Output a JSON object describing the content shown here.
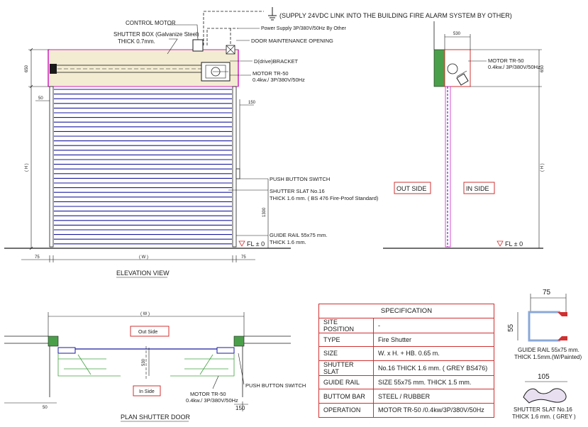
{
  "elevation": {
    "title": "ELEVATION VIEW",
    "control_motor": "CONTROL MOTOR",
    "shutter_box_1": "SHUTTER BOX (Galvanize Steel)",
    "shutter_box_2": "THICK 0.7mm.",
    "supply_note": "(SUPPLY 24VDC LINK INTO THE BUILDING FIRE ALARM SYSTEM BY OTHER)",
    "power_supply": "Power Supply 3P/380V/50Hz By Other",
    "maintenance": "DOOR MAINTENANCE OPENING",
    "bracket": "D(drive)BRACKET",
    "motor_1": "MOTOR TR-50",
    "motor_2": "0.4kw./ 3P/380V/50Hz",
    "push_button": "PUSH BUTTON SWITCH",
    "slat_1": "SHUTTER SLAT No.16",
    "slat_2": "THICK 1.6 mm. ( BS 476 Fire-Proof Standard)",
    "rail_1": "GUIDE RAIL 55x75 mm.",
    "rail_2": "THICK 1.6 mm.",
    "fl": "FL ± 0",
    "dim_650": "650",
    "dim_50": "50",
    "dim_150": "150",
    "dim_1300": "1300",
    "dim_h": "( H )",
    "dim_w": "( W )",
    "dim_75_left": "75",
    "dim_75_right": "75"
  },
  "section": {
    "dim_530": "530",
    "motor_1": "MOTOR TR-50",
    "motor_2": "0.4kw./ 3P/380V/50Hz",
    "dim_650": "650",
    "dim_h": "( H )",
    "out_side": "OUT SIDE",
    "in_side": "IN SIDE",
    "fl": "FL ± 0"
  },
  "plan": {
    "title": "PLAN SHUTTER DOOR",
    "dim_w": "( W )",
    "out_side": "Out Side",
    "in_side": "In Side",
    "dim_530": "530",
    "motor_1": "MOTOR TR-50",
    "motor_2": "0.4kw./ 3P/380V/50Hz",
    "push_button": "PUSH BUTTON SWITCH",
    "dim_50": "50",
    "dim_150": "150"
  },
  "spec": {
    "header": "SPECIFICATION",
    "rows": [
      {
        "label": "SITE POSITION",
        "value": "-"
      },
      {
        "label": "TYPE",
        "value": "Fire Shutter"
      },
      {
        "label": "SIZE",
        "value": "W. x H. + HB. 0.65 m."
      },
      {
        "label": "SHUTTER  SLAT",
        "value": "No.16 THICK 1.6 mm. ( GREY BS476)"
      },
      {
        "label": "GUIDE RAIL",
        "value": "SIZE 55x75 mm. THICK 1.5 mm."
      },
      {
        "label": "BUTTOM BAR",
        "value": "STEEL / RUBBER"
      },
      {
        "label": "OPERATION",
        "value": "MOTOR TR-50 /0.4kw/3P/380V/50Hz"
      }
    ]
  },
  "rail_detail": {
    "dim_75": "75",
    "dim_55": "55",
    "label_1": "GUIDE RAIL 55x75 mm.",
    "label_2": "THICK 1.5mm.(W/Painted)"
  },
  "slat_detail": {
    "dim_105": "105",
    "label_1": "SHUTTER  SLAT No.16",
    "label_2": "THICK 1.6 mm. ( GREY )"
  },
  "colors": {
    "line": "#1a1a1a",
    "slat": "#1a1aa0",
    "magenta": "#d020c0",
    "red": "#d03030",
    "box_fill": "#f3ecd3",
    "green": "#40a040"
  }
}
